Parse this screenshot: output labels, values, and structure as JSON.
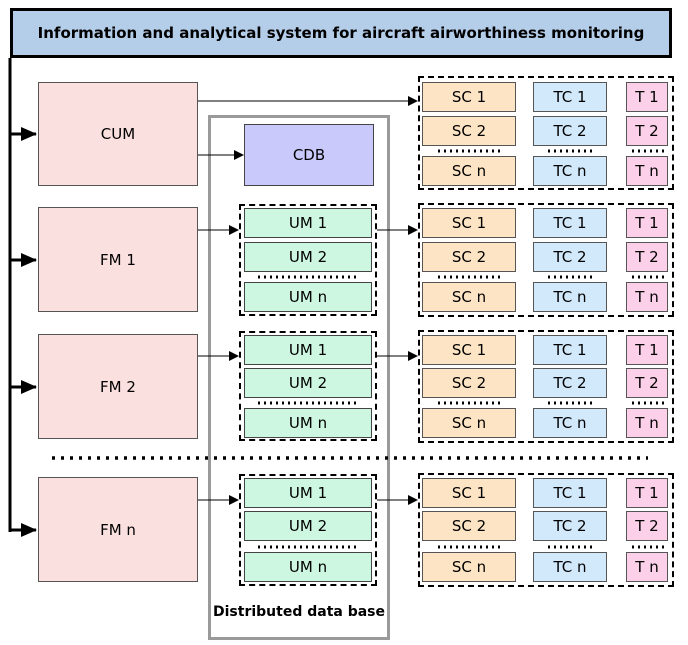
{
  "title": "Information and analytical system for aircraft airworthiness monitoring",
  "modules": {
    "cum": "CUM",
    "fm1": "FM 1",
    "fm2": "FM 2",
    "fmn": "FM n"
  },
  "cdb": "CDB",
  "um": {
    "um1": "UM 1",
    "um2": "UM 2",
    "umn": "UM n"
  },
  "sc": {
    "sc1": "SC 1",
    "sc2": "SC 2",
    "scn": "SC n"
  },
  "tc": {
    "tc1": "TC 1",
    "tc2": "TC 2",
    "tcn": "TC n"
  },
  "t": {
    "t1": "T 1",
    "t2": "T 2",
    "tn": "T n"
  },
  "distributed_db_label": "Distributed data base"
}
